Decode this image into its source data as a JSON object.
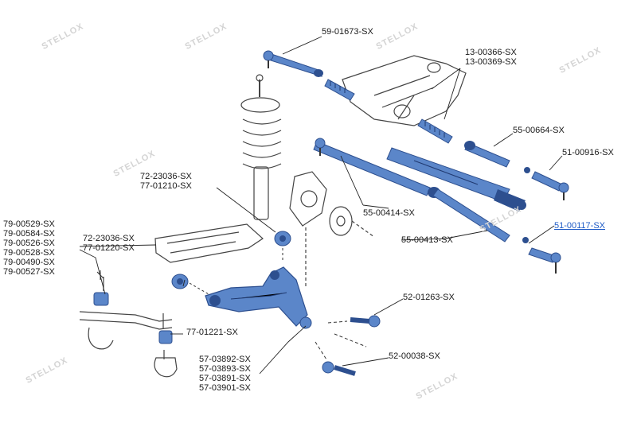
{
  "watermark": "STELLOX",
  "colors": {
    "part_fill": "#5b86c9",
    "part_dark": "#2d4f8f",
    "outline": "#333333",
    "highlight_label": "#1e5bc6"
  },
  "labels": {
    "tie_rod_end_top": "59-01673-SX",
    "rack_boot": [
      "13-00366-SX",
      "13-00369-SX"
    ],
    "inner_rod": "55-00664-SX",
    "outer_end_right": "51-00916-SX",
    "bush_upper": [
      "72-23036-SX",
      "77-01210-SX"
    ],
    "link_upper": "55-00414-SX",
    "stab_bushes": [
      "79-00529-SX",
      "79-00584-SX",
      "79-00526-SX",
      "79-00528-SX",
      "79-00490-SX",
      "79-00527-SX"
    ],
    "bush_lower": [
      "72-23036-SX",
      "77-01220-SX"
    ],
    "link_lower": "55-00413-SX",
    "outer_end_highlight": "51-00117-SX",
    "ball_joint_upper": "52-01263-SX",
    "bush_small": "77-01221-SX",
    "ball_joint_lower": "52-00038-SX",
    "control_arm": [
      "57-03892-SX",
      "57-03893-SX",
      "57-03891-SX",
      "57-03901-SX"
    ]
  }
}
